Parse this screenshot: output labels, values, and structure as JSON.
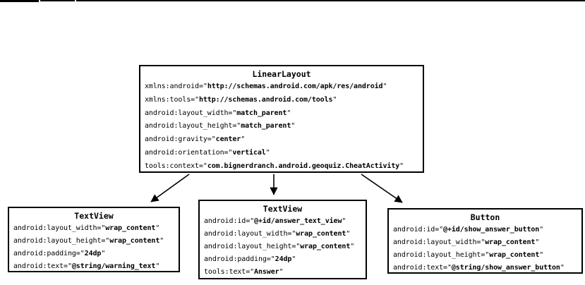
{
  "page": {
    "top_rule": {
      "color": "#000000"
    }
  },
  "diagram": {
    "arrow_color": "#000000",
    "root_box": {
      "title": "LinearLayout",
      "attributes": [
        {
          "name": "xmlns:android=",
          "value": "http://schemas.android.com/apk/res/android"
        },
        {
          "name": "xmlns:tools=",
          "value": "http://schemas.android.com/tools"
        },
        {
          "name": "android:layout_width=",
          "value": "match_parent"
        },
        {
          "name": "android:layout_height=",
          "value": "match_parent"
        },
        {
          "name": "android:gravity=",
          "value": "center"
        },
        {
          "name": "android:orientation=",
          "value": "vertical"
        },
        {
          "name": "tools:context=",
          "value": "com.bignerdranch.android.geoquiz.CheatActivity"
        }
      ]
    },
    "child_boxes": [
      {
        "title": "TextView",
        "attributes": [
          {
            "name": "android:layout_width=",
            "value": "wrap_content"
          },
          {
            "name": "android:layout_height=",
            "value": "wrap_content"
          },
          {
            "name": "android:padding=",
            "value": "24dp"
          },
          {
            "name": "android:text=",
            "value": "@string/warning_text"
          }
        ]
      },
      {
        "title": "TextView",
        "attributes": [
          {
            "name": "android:id=",
            "value": "@+id/answer_text_view"
          },
          {
            "name": "android:layout_width=",
            "value": "wrap_content"
          },
          {
            "name": "android:layout_height=",
            "value": "wrap_content"
          },
          {
            "name": "android:padding=",
            "value": "24dp"
          },
          {
            "name": "tools:text=",
            "value": "Answer"
          }
        ]
      },
      {
        "title": "Button",
        "attributes": [
          {
            "name": "android:id=",
            "value": "@+id/show_answer_button"
          },
          {
            "name": "android:layout_width=",
            "value": "wrap_content"
          },
          {
            "name": "android:layout_height=",
            "value": "wrap_content"
          },
          {
            "name": "android:text=",
            "value": "@string/show_answer_button"
          }
        ]
      }
    ]
  }
}
